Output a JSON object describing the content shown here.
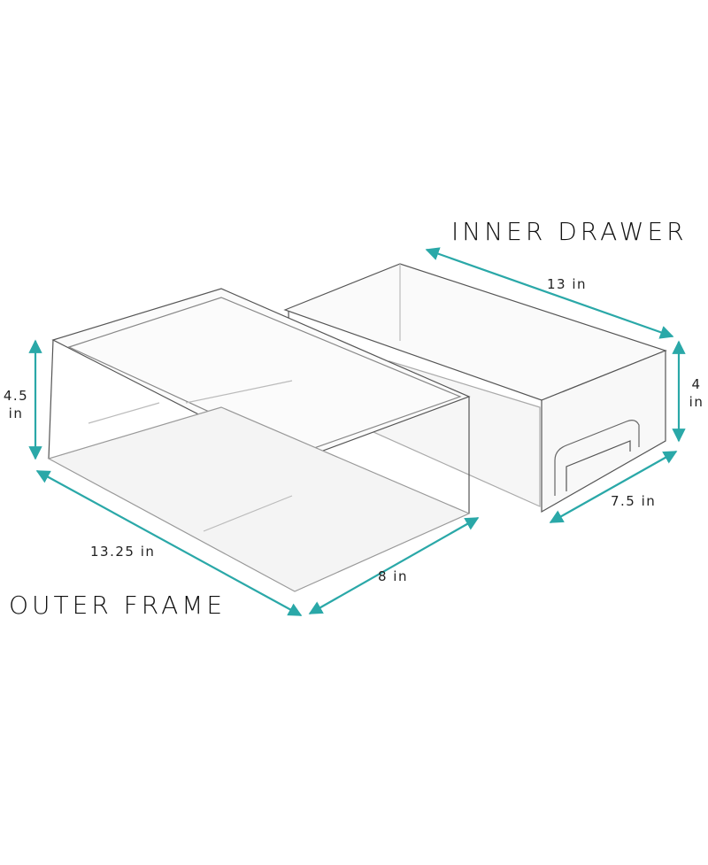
{
  "headings": {
    "inner": "INNER DRAWER",
    "outer": "OUTER FRAME"
  },
  "inner_drawer": {
    "length": "13 in",
    "height_value": "4",
    "height_unit": "in",
    "width": "7.5 in"
  },
  "outer_frame": {
    "height_value": "4.5",
    "height_unit": "in",
    "length": "13.25 in",
    "width": "8 in"
  },
  "colors": {
    "arrow": "#2aa8a8",
    "text": "#111111",
    "outline": "#444444"
  }
}
